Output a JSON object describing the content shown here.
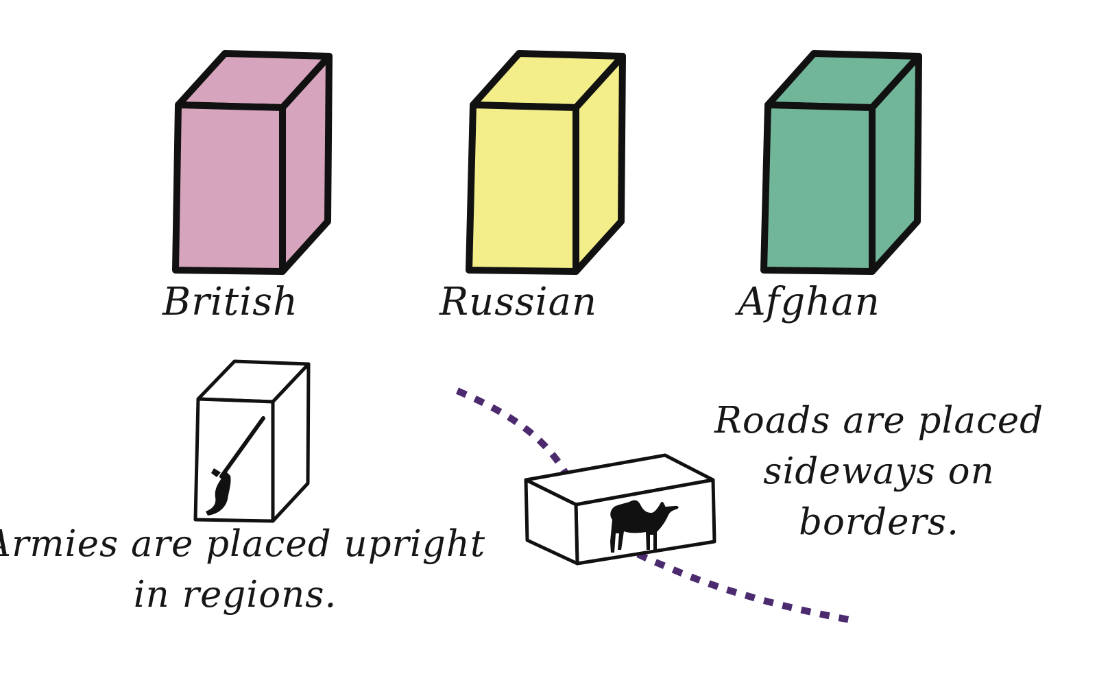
{
  "factions": [
    {
      "label": "British",
      "color": "#d6a5bd"
    },
    {
      "label": "Russian",
      "color": "#f3ee8a"
    },
    {
      "label": "Afghan",
      "color": "#72b69a"
    }
  ],
  "army_block": {
    "icon": "musket-icon",
    "caption": "Armies are placed upright in regions."
  },
  "road_block": {
    "icon": "camel-icon",
    "caption": "Roads are placed sideways on borders.",
    "border_color": "#4b2a6e"
  },
  "outline_color": "#111111"
}
